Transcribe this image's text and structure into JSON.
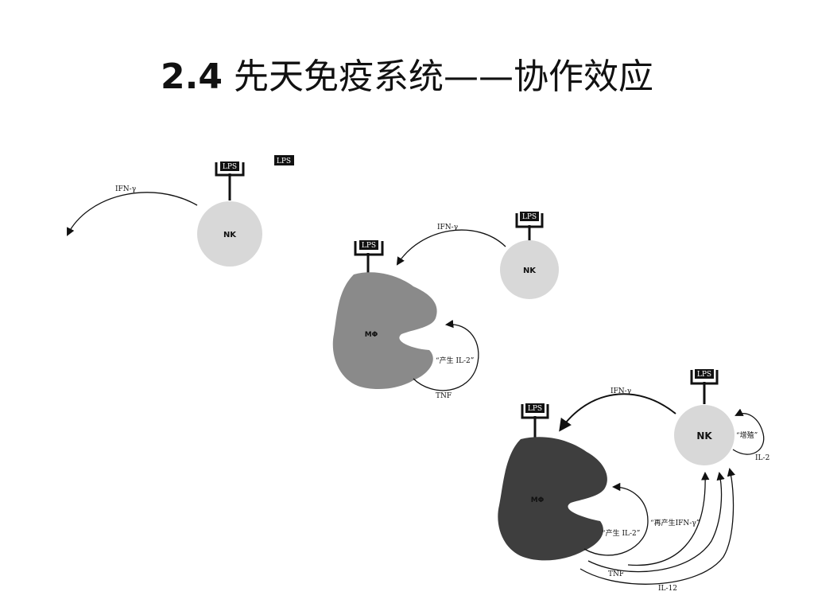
{
  "slide": {
    "title_number": "2.4",
    "title_text": "先天免疫系统——协作效应"
  },
  "colors": {
    "nk_fill": "#d8d8d8",
    "macrophage_light": "#8a8a8a",
    "macrophage_dark": "#3e3e3e",
    "ink": "#111111"
  },
  "diagram": {
    "stage1": {
      "lps_receptor": "LPS",
      "lps_free": "LPS",
      "ifn_label": "IFN-γ",
      "nk_label": "NK"
    },
    "stage2": {
      "lps_macrophage": "LPS",
      "lps_nk": "LPS",
      "ifn_label": "IFN-γ",
      "nk_label": "NK",
      "macrophage_label": "MΦ",
      "il2_label": "“产生 IL-2”",
      "tnf_label": "TNF"
    },
    "stage3": {
      "lps_macrophage": "LPS",
      "lps_nk": "LPS",
      "ifn_label": "IFN-γ",
      "nk_label": "NK",
      "proliferate_label": "“增殖”",
      "il2_self_label": "IL-2",
      "macrophage_label": "MΦ",
      "il2_label": "“产生 IL-2”",
      "reproduce_ifn_label": "“再产生IFN-γ”",
      "tnf_label": "TNF",
      "il12_label": "IL-12"
    }
  }
}
